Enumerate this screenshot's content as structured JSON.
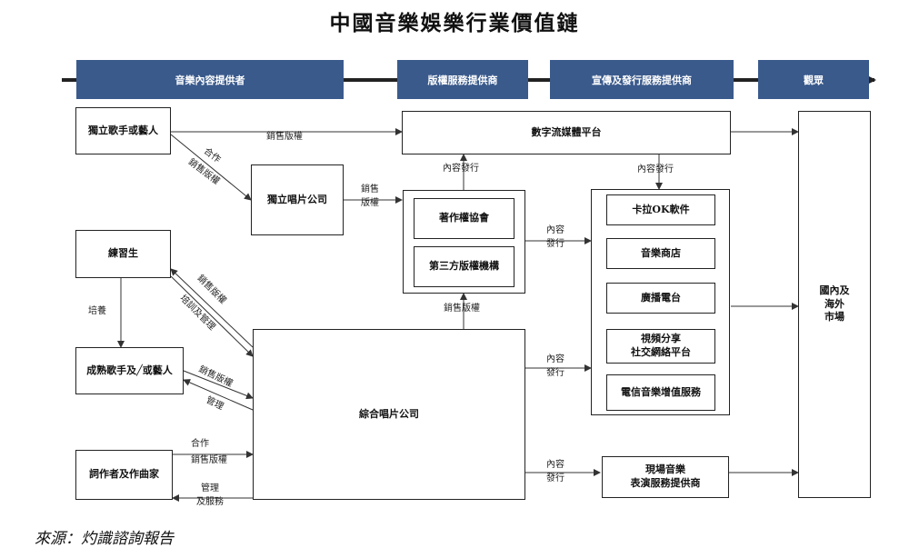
{
  "title": "中國音樂娛樂行業價值鏈",
  "stages": [
    "音樂內容提供者",
    "版權服務提供商",
    "宣傳及發行服務提供商",
    "觀眾"
  ],
  "nodes": {
    "independent_artist": "獨立歌手或藝人",
    "independent_label": "獨立唱片公司",
    "trainee": "練習生",
    "mature_artist": "成熟歌手及╱或藝人",
    "songwriter": "詞作者及作曲家",
    "integrated_label": "綜合唱片公司",
    "streaming": "數字流媒體平台",
    "copyright_society": "著作權協會",
    "third_party_agency": "第三方版權機構",
    "karaoke": "卡拉OK軟件",
    "music_store": "音樂商店",
    "radio": "廣播電台",
    "video_social": "視頻分享\n社交網絡平台",
    "telecom": "電信音樂增值服務",
    "live_music": "現場音樂\n表演服務提供商",
    "market": "國內及\n海外\n市場"
  },
  "edge_labels": {
    "sell_copyright": "銷售版權",
    "cooperate": "合作",
    "sell_copyright_2line": "銷售\n版權",
    "content_distribution": "內容發行",
    "content_distribution_2line": "內容\n發行",
    "training": "培養",
    "training_mgmt": "培訓及管理",
    "management": "管理",
    "mgmt_services": "管理\n及服務"
  },
  "source": "來源：灼識諮詢報告"
}
